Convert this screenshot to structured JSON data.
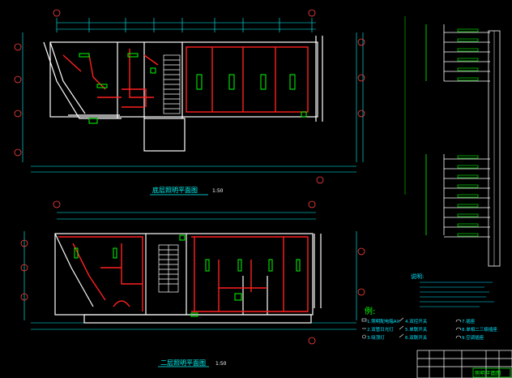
{
  "drawing": {
    "title_ground": "底层照明平面图",
    "title_ground_scale": "1:50",
    "title_second": "二层照明平面图",
    "title_second_scale": "1:50"
  },
  "notes": {
    "heading": "说明:",
    "lines": [
      "1.",
      "2.",
      "3.",
      "4.",
      "5."
    ]
  },
  "legend": {
    "heading": "例:",
    "items": [
      {
        "no": "1.",
        "label": "照明配电箱AX"
      },
      {
        "no": "2.",
        "label": "双管日光灯"
      },
      {
        "no": "3.",
        "label": "吸顶灯"
      },
      {
        "no": "4.",
        "label": "双控开关"
      },
      {
        "no": "5.",
        "label": "单联开关"
      },
      {
        "no": "6.",
        "label": "双联开关"
      },
      {
        "no": "7.",
        "label": "插座"
      },
      {
        "no": "8.",
        "label": "单相二三极插座"
      },
      {
        "no": "9.",
        "label": "空调插座"
      }
    ]
  },
  "title_block": {
    "sheet_title": "照明平面图"
  },
  "colors": {
    "background": "#000000",
    "wall": "#ffffff",
    "wiring": "#ff2020",
    "fixture": "#00ff00",
    "axis": "#ff4040",
    "dim": "#00ffff",
    "stair": "#ffffff",
    "notes": "#00e5ff",
    "title": "#00ffff"
  }
}
